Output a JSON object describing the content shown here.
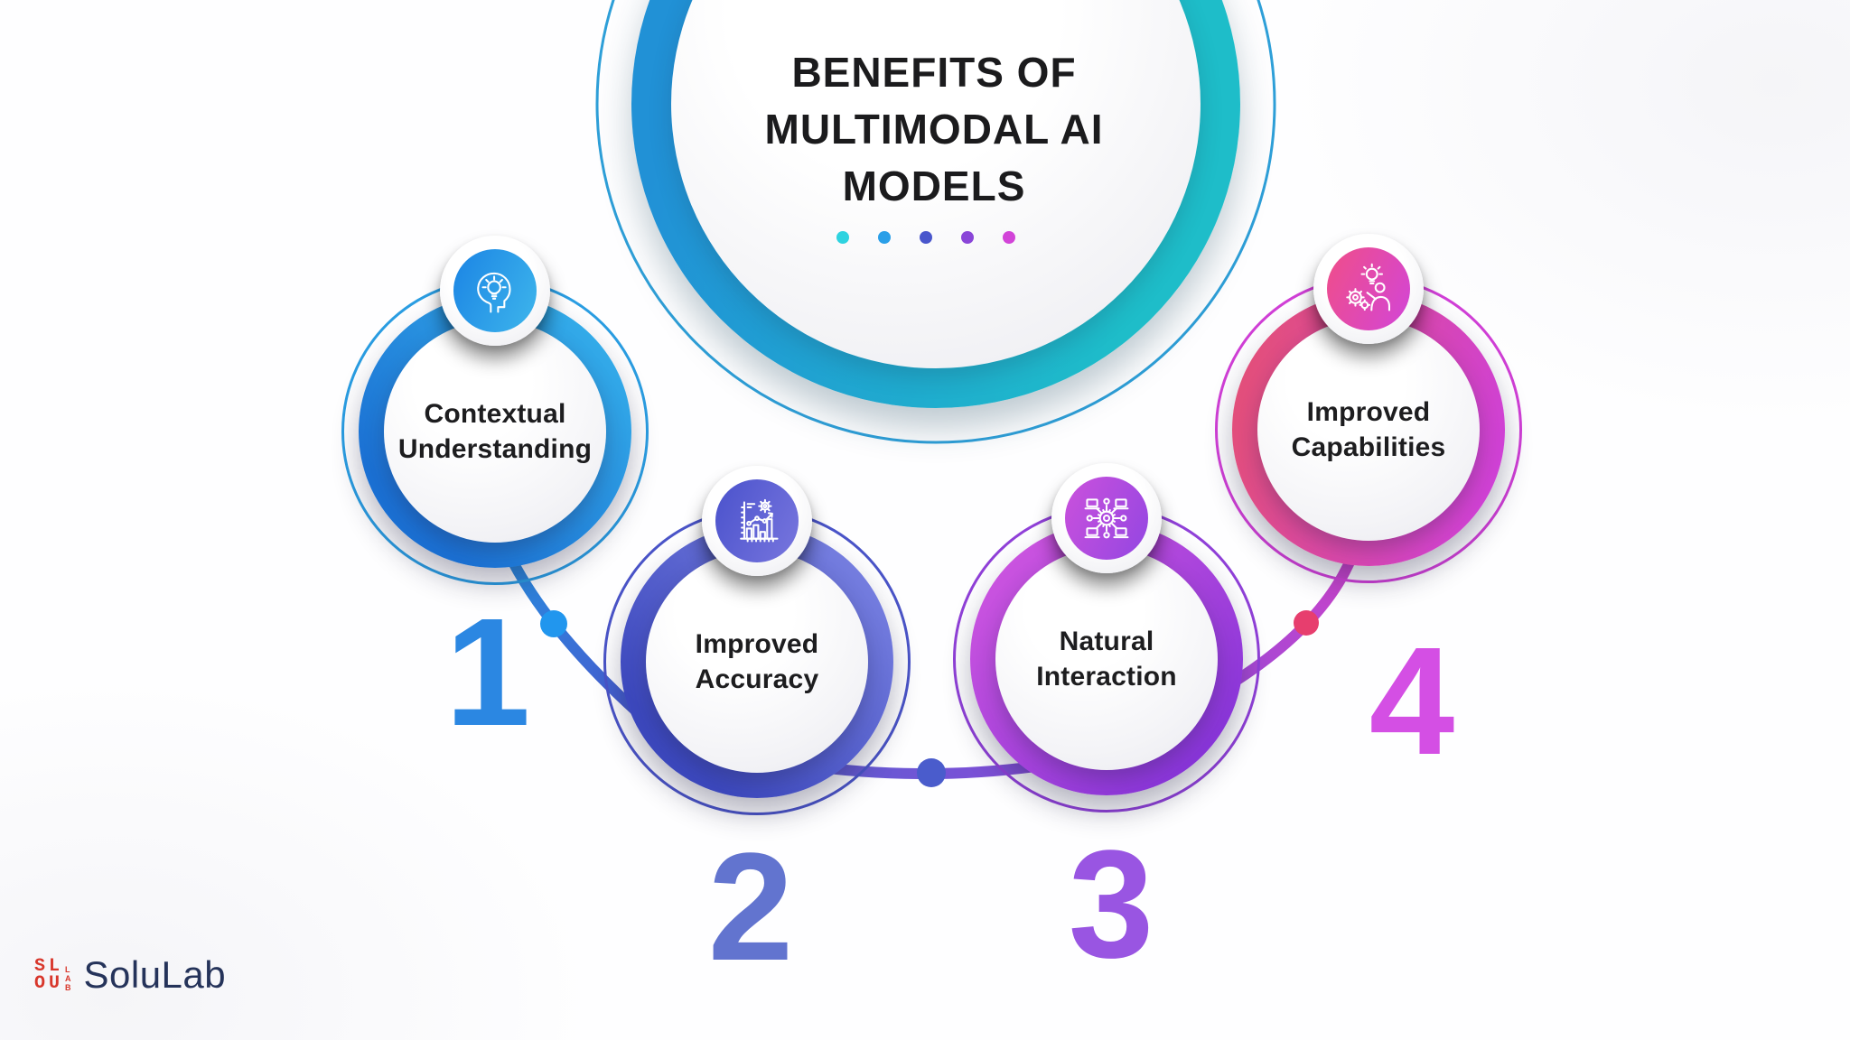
{
  "header": {
    "title_lines": [
      "BENEFITS OF",
      "MULTIMODAL AI",
      "MODELS"
    ],
    "decoration_dot_colors": [
      "#2ed3e0",
      "#2a9fe8",
      "#4956cc",
      "#8a46d8",
      "#d244d8"
    ],
    "ring_gradient": [
      "#2191d6",
      "#1ebdc9"
    ],
    "outline_color": "#2e9fd8"
  },
  "benefits": [
    {
      "number": "1",
      "label_lines": [
        "Contextual",
        "Understanding"
      ],
      "icon": "head-lightbulb-icon",
      "accent": "#2a9de2",
      "ring_gradient": [
        "#36b3ec",
        "#1b70d3"
      ],
      "number_color": "#2b87e2"
    },
    {
      "number": "2",
      "label_lines": [
        "Improved",
        "Accuracy"
      ],
      "icon": "analytics-chart-gear-icon",
      "accent": "#4a54c8",
      "ring_gradient": [
        "#7d85e4",
        "#3c48bd"
      ],
      "number_color": "#6274cf"
    },
    {
      "number": "3",
      "label_lines": [
        "Natural",
        "Interaction"
      ],
      "icon": "connected-devices-network-icon",
      "accent": "#9040d8",
      "ring_gradient": [
        "#d056e0",
        "#8835d8"
      ],
      "number_color": "#9955e2"
    },
    {
      "number": "4",
      "label_lines": [
        "Improved",
        "Capabilities"
      ],
      "icon": "person-innovation-icon",
      "accent": "#d03fd6",
      "ring_gradient": [
        "#e34f79",
        "#cf41d5"
      ],
      "number_color": "#d44fe4"
    }
  ],
  "connectors": {
    "node_colors": [
      "#2196ee",
      "#4a5ccc",
      "#e73e6e"
    ]
  },
  "footer": {
    "brand": "SoluLab",
    "logo_letters": [
      "S",
      "L",
      "O",
      "U"
    ],
    "logo_lab": [
      "L",
      "A",
      "B"
    ],
    "logo_color": "#d8372c",
    "brand_color": "#25335a"
  }
}
